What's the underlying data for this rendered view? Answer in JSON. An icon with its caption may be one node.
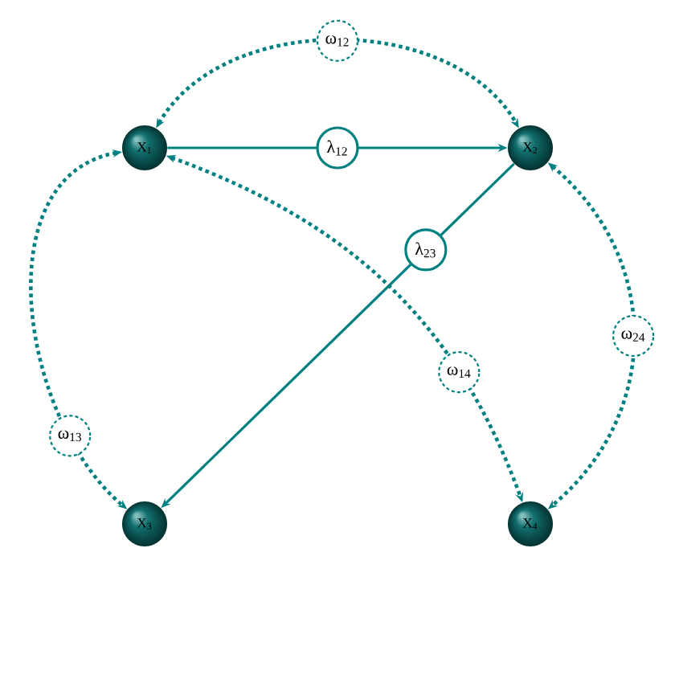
{
  "diagram": {
    "nodes": [
      {
        "text": [
          "X$_{1}$"
        ]
      },
      {
        "text": [
          "X$_{2}$"
        ]
      },
      {
        "text": [
          "X$_{3}$"
        ]
      },
      {
        "text": [
          "X$_{4}$"
        ]
      }
    ],
    "edges": [
      {
        "from": 0,
        "to": 1,
        "arrow": "to",
        "label": "λ$_{12}$"
      },
      {
        "from": 1,
        "to": 2,
        "arrow": "to",
        "label": "λ$_{23}$"
      },
      {
        "from": 0,
        "to": 1,
        "arrow": "both",
        "label": "ω$_{12}$",
        "style": "dashed"
      },
      {
        "from": 0,
        "to": 2,
        "arrow": "both",
        "label": "ω$_{13}$",
        "style": "dashed"
      },
      {
        "from": 0,
        "to": 3,
        "arrow": "both",
        "label": "ω$_{14}$",
        "style": "dashed"
      },
      {
        "from": 1,
        "to": 3,
        "arrow": "both",
        "label": "ω$_{24}$",
        "style": "dashed"
      }
    ]
  }
}
